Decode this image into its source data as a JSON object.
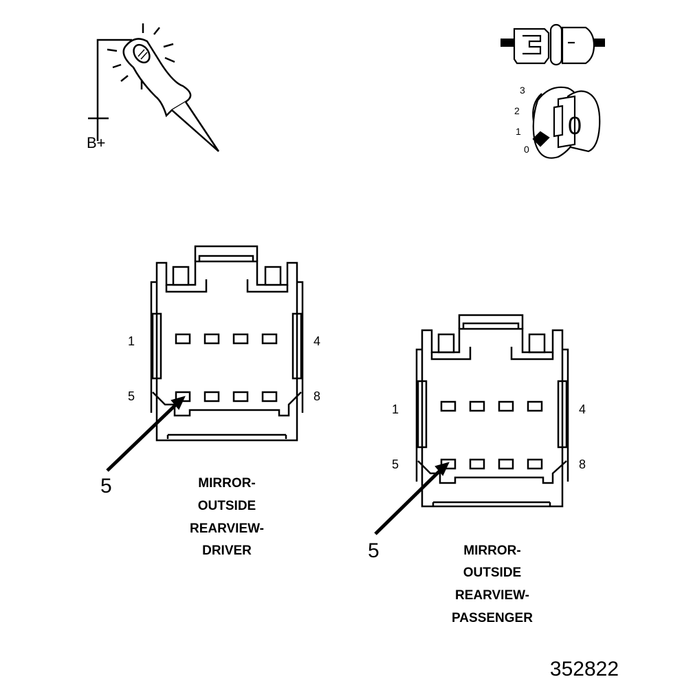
{
  "probe": {
    "supply_label": "B+"
  },
  "ignition": {
    "positions": [
      "3",
      "2",
      "1",
      "0"
    ],
    "key_position": "0"
  },
  "connectors": [
    {
      "pin_label_top_left": "1",
      "pin_label_top_right": "4",
      "pin_label_bottom_left": "5",
      "pin_label_bottom_right": "8",
      "callout": "5",
      "caption_lines": [
        "MIRROR-",
        "OUTSIDE",
        "REARVIEW-",
        "DRIVER"
      ]
    },
    {
      "pin_label_top_left": "1",
      "pin_label_top_right": "4",
      "pin_label_bottom_left": "5",
      "pin_label_bottom_right": "8",
      "callout": "5",
      "caption_lines": [
        "MIRROR-",
        "OUTSIDE",
        "REARVIEW-",
        "PASSENGER"
      ]
    }
  ],
  "figure_number": "352822",
  "colors": {
    "line": "#000000",
    "background": "#ffffff"
  }
}
